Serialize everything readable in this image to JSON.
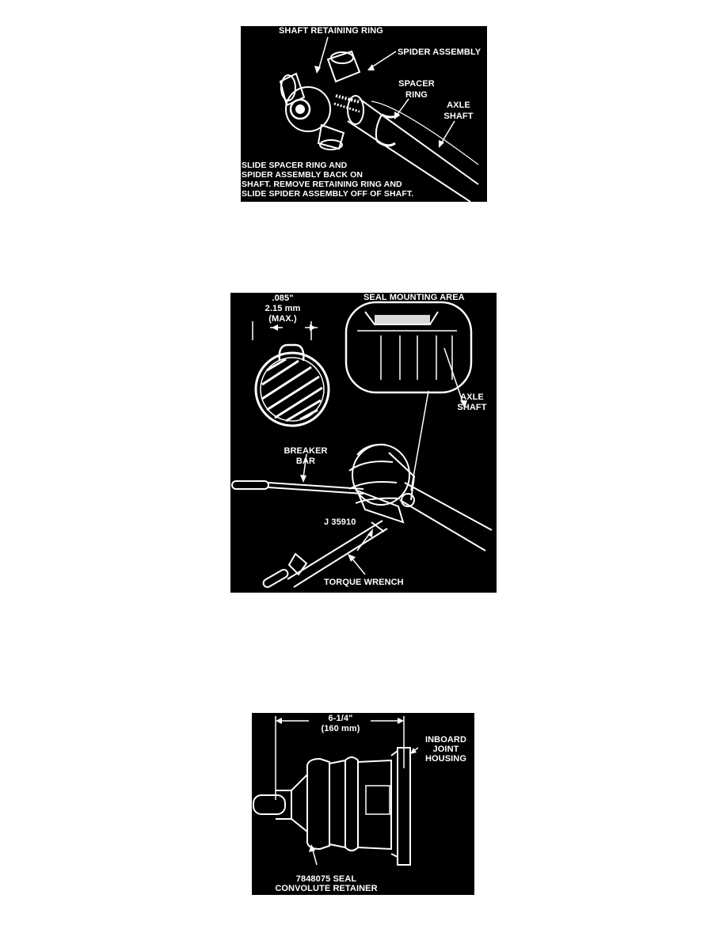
{
  "figures": [
    {
      "labels": {
        "shaft_retaining_ring": "SHAFT RETAINING RING",
        "spider_assembly": "SPIDER ASSEMBLY",
        "spacer_ring_1": "SPACER",
        "spacer_ring_2": "RING",
        "axle_shaft_1": "AXLE",
        "axle_shaft_2": "SHAFT",
        "caption": [
          "SLIDE SPACER RING AND",
          "SPIDER ASSEMBLY BACK ON",
          "SHAFT. REMOVE RETAINING RING  AND",
          "SLIDE SPIDER ASSEMBLY OFF OF SHAFT."
        ]
      }
    },
    {
      "labels": {
        "clearance_in": ".085\"",
        "clearance_mm": "2.15 mm",
        "clearance_max": "(MAX.)",
        "seal_mounting_area": "SEAL MOUNTING AREA",
        "axle_shaft_1": "AXLE",
        "axle_shaft_2": "SHAFT",
        "breaker_bar_1": "BREAKER",
        "breaker_bar_2": "BAR",
        "tool": "J 35910",
        "torque_wrench": "TORQUE WRENCH"
      }
    },
    {
      "labels": {
        "dimension_in": "6-1/4\"",
        "dimension_mm": "(160 mm)",
        "inboard_1": "INBOARD",
        "inboard_2": "JOINT",
        "inboard_3": "HOUSING",
        "retainer_1": "7848075 SEAL",
        "retainer_2": "CONVOLUTE RETAINER"
      }
    }
  ]
}
